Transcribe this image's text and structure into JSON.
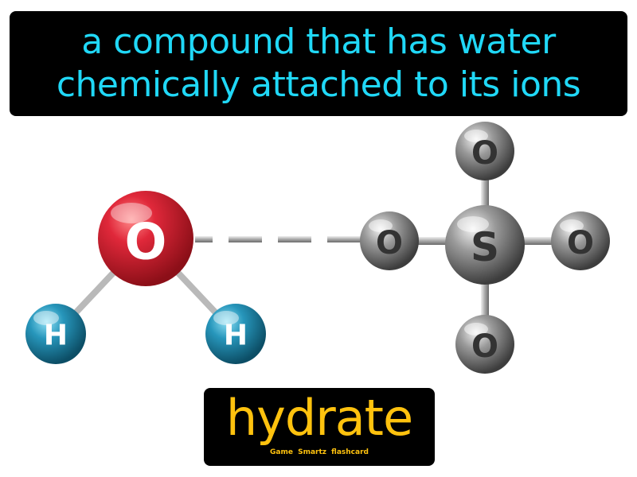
{
  "definition": {
    "line1": "a compound that has water",
    "line2": "chemically attached to its ions"
  },
  "term": "hydrate",
  "brand": "Game Smartz flashcard",
  "atoms": {
    "water_oxygen": "O",
    "hydrogen_left": "H",
    "hydrogen_right": "H",
    "sulfate_oxygen_left": "O",
    "sulfur": "S",
    "sulfate_oxygen_top": "O",
    "sulfate_oxygen_right": "O",
    "sulfate_oxygen_bottom": "O"
  },
  "colors": {
    "definition_text": "#20d8f7",
    "term_text": "#ffc20e",
    "oxygen_water": "#d41b2c",
    "hydrogen": "#1f8fb3",
    "sulfate": "#8a8a8a"
  }
}
